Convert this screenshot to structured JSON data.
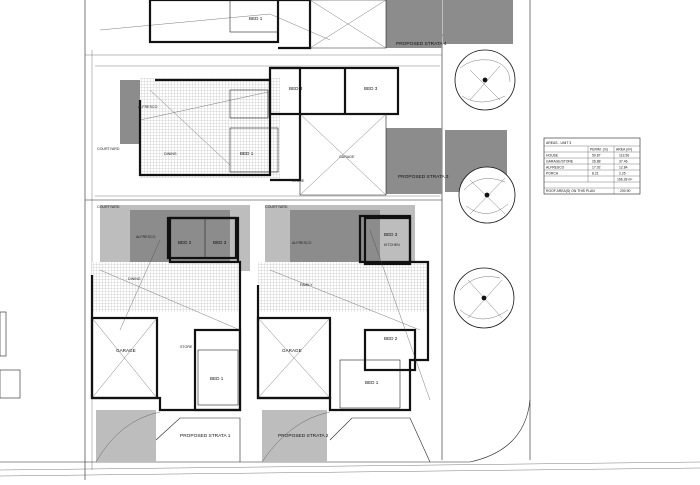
{
  "labels": {
    "bed1": "BED 1",
    "bed2": "BED 2",
    "bed3": "BED 3",
    "courtyard": "COURTYARD",
    "alfresco": "ALFRESCO",
    "dining": "DINING",
    "garage": "GARAGE",
    "store": "STORE",
    "kitchen": "KITCHEN",
    "family": "FAMILY",
    "strata1": "PROPOSED STRATA 1",
    "strata2": "PROPOSED STRATA 2",
    "strata3": "PROPOSED STRATA 3",
    "strata4": "PROPOSED STRATA 4"
  },
  "area_table": {
    "title": "AREAS - UNIT 3",
    "headers": [
      "",
      "PERIM. (m)",
      "AREA (m²)"
    ],
    "rows": [
      [
        "HOUSE",
        "50.87",
        "113.56"
      ],
      [
        "GARAGE/STORE",
        "26.88",
        "37.46"
      ],
      [
        "ALFRESCO",
        "17.02",
        "12.84"
      ],
      [
        "PORCH",
        "8.21",
        "2.25"
      ]
    ],
    "total": "166.28 m²",
    "footer": [
      "ROOF AREA(S) ON THIS PLAN",
      "200.90"
    ]
  },
  "colors": {
    "ink": "#111111",
    "hatch_fill": "#8c8c8c",
    "light_fill": "#bdbdbd",
    "paper": "#ffffff"
  }
}
